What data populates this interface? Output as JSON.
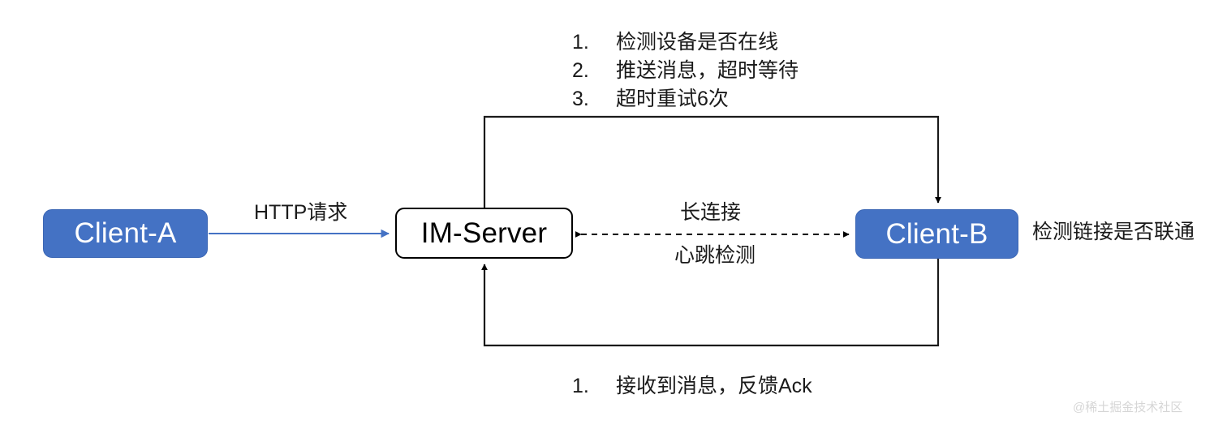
{
  "diagram": {
    "title": "IM push / long-connection flow diagram",
    "colors": {
      "client_fill": "#4472C4",
      "client_text": "#FFFFFF",
      "server_fill": "#FFFFFF",
      "server_border": "#000000",
      "http_arrow": "#4472C4",
      "flow_line": "#000000",
      "watermark": "#D6D6D6"
    },
    "nodes": [
      {
        "id": "client-a",
        "label": "Client-A",
        "style": "filled-blue"
      },
      {
        "id": "im-server",
        "label": "IM-Server",
        "style": "outlined-white"
      },
      {
        "id": "client-b",
        "label": "Client-B",
        "style": "filled-blue"
      }
    ],
    "edge_labels": {
      "http": "HTTP请求",
      "long_connection": "长连接",
      "heartbeat": "心跳检测",
      "right_note": "检测链接是否联通"
    },
    "top_list": [
      {
        "num": "1.",
        "text": "检测设备是否在线"
      },
      {
        "num": "2.",
        "text": "推送消息，超时等待"
      },
      {
        "num": "3.",
        "text": "超时重试6次"
      }
    ],
    "bottom_list": [
      {
        "num": "1.",
        "text": "接收到消息，反馈Ack"
      }
    ],
    "watermark": "@稀土掘金技术社区"
  }
}
